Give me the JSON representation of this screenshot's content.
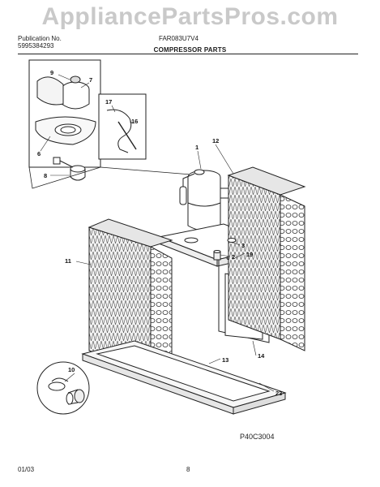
{
  "watermark": "AppliancePartsPros.com",
  "header": {
    "publication_label": "Publication No.",
    "publication_number": "5995384293",
    "model": "FAR083U7V4",
    "section_title": "COMPRESSOR PARTS"
  },
  "figure_code": "P40C3004",
  "footer": {
    "date": "01/03",
    "page": "8"
  },
  "callouts": [
    "1",
    "2",
    "3",
    "6",
    "7",
    "8",
    "9",
    "10",
    "11",
    "12",
    "13",
    "14",
    "16",
    "17",
    "19",
    "23"
  ],
  "colors": {
    "line": "#222222",
    "coil_fill": "#e6e6e6",
    "watermark": "#c9c9c9"
  }
}
